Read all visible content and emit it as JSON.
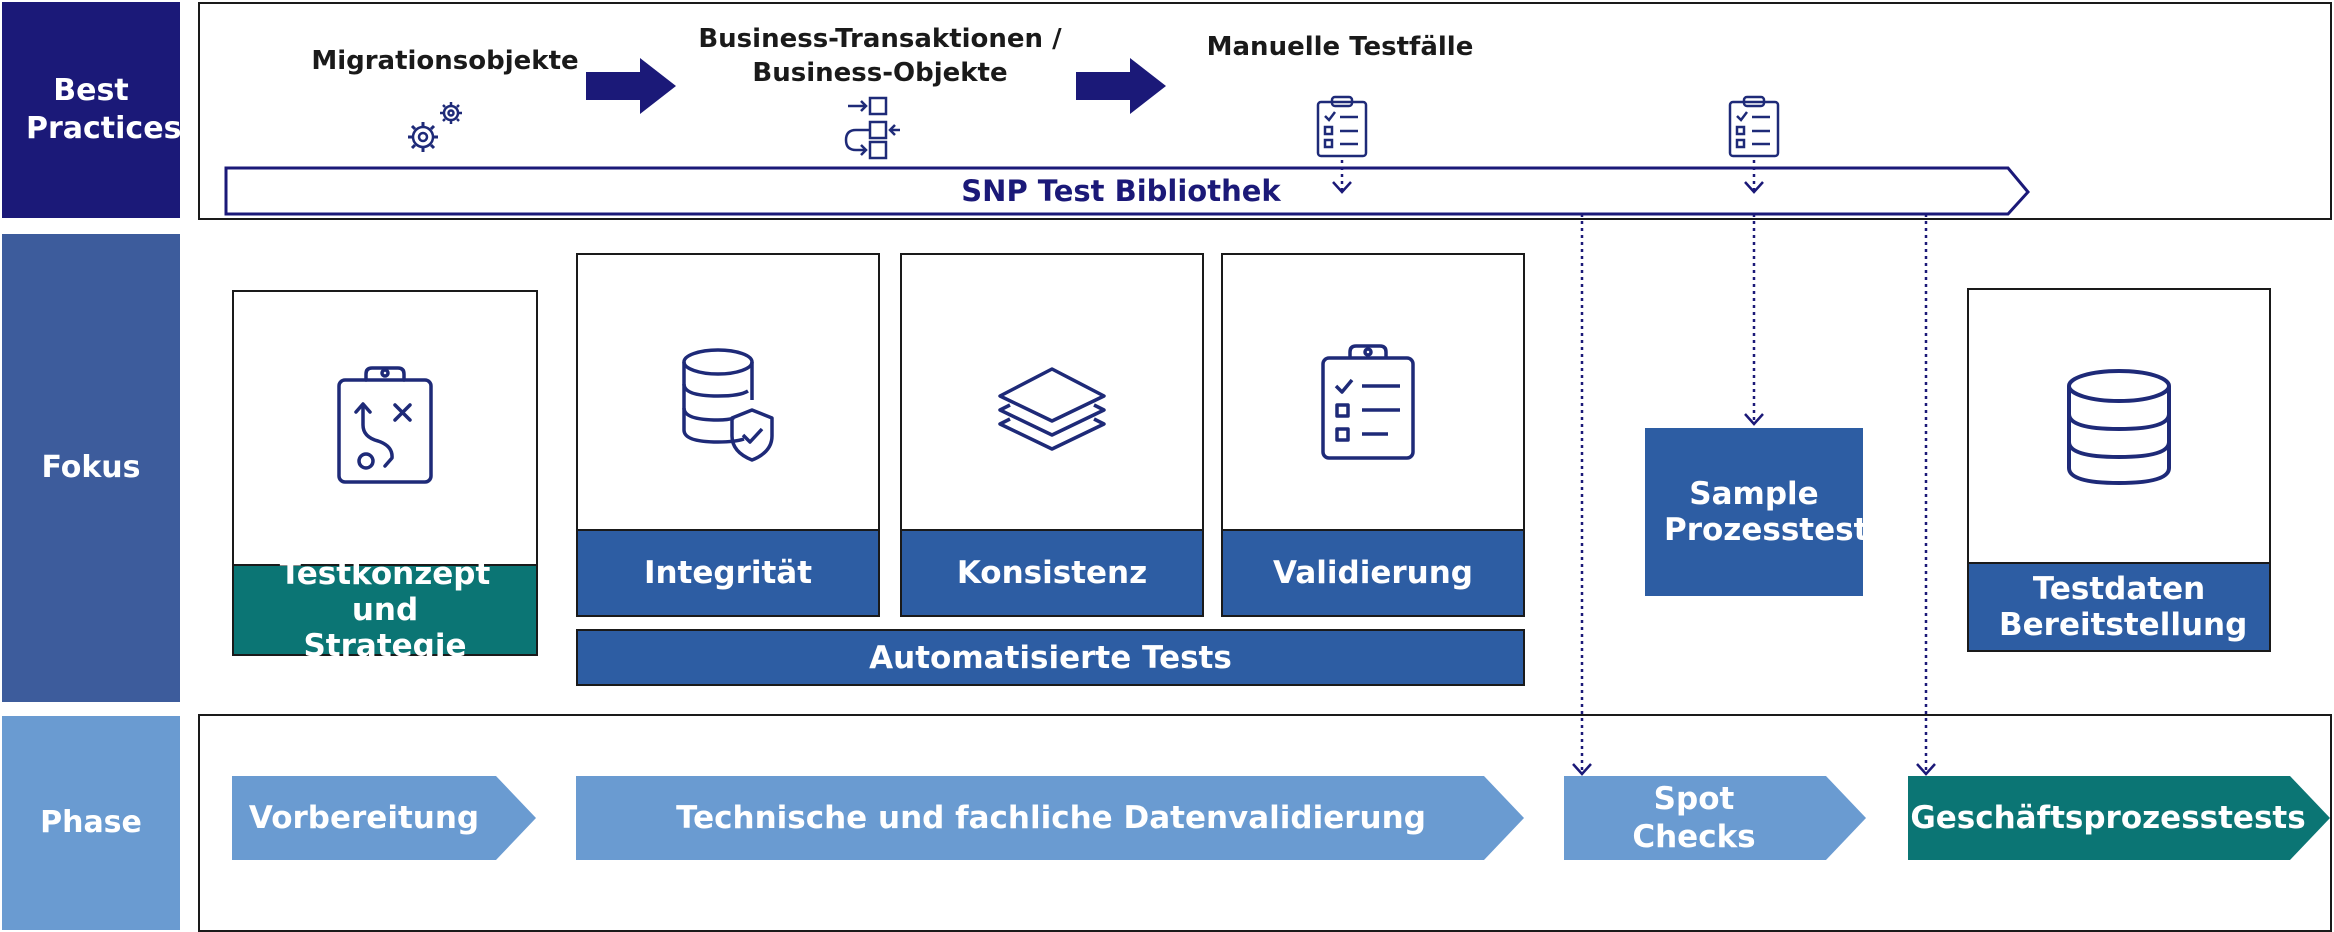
{
  "colors": {
    "navy": "#1b1978",
    "fokus_blue": "#3d5c9c",
    "phase_blue": "#6a9bd1",
    "box_blue": "#2d5da3",
    "teal": "#0b7574",
    "icon_navy": "#1e2a78"
  },
  "rows": {
    "best_practices": "Best Practices",
    "fokus": "Fokus",
    "phase": "Phase"
  },
  "best_practices": {
    "migrationsobjekte": "Migrationsobjekte",
    "business_line1": "Business-Transaktionen /",
    "business_line2": "Business-Objekte",
    "manuelle_testfaelle": "Manuelle Testfälle",
    "library_banner": "SNP Test Bibliothek"
  },
  "fokus": {
    "testkonzept": "Testkonzept und Strategie",
    "integritaet": "Integrität",
    "konsistenz": "Konsistenz",
    "validierung": "Validierung",
    "automatisierte_tests": "Automatisierte Tests",
    "sample_prozesstests": "Sample Prozesstests",
    "testdaten": "Testdaten Bereitstellung"
  },
  "phase": {
    "vorbereitung": "Vorbereitung",
    "datenvalidierung": "Technische und fachliche Datenvalidierung",
    "spot_checks": "Spot Checks",
    "geschaeftsprozesstests": "Geschäftsprozesstests"
  },
  "icons": {
    "gears": "gears-icon",
    "process_flow": "process-flow-icon",
    "checklist": "checklist-icon",
    "strategy_board": "strategy-clipboard-icon",
    "database_shield": "database-shield-icon",
    "layers": "layers-icon",
    "database": "database-icon"
  }
}
